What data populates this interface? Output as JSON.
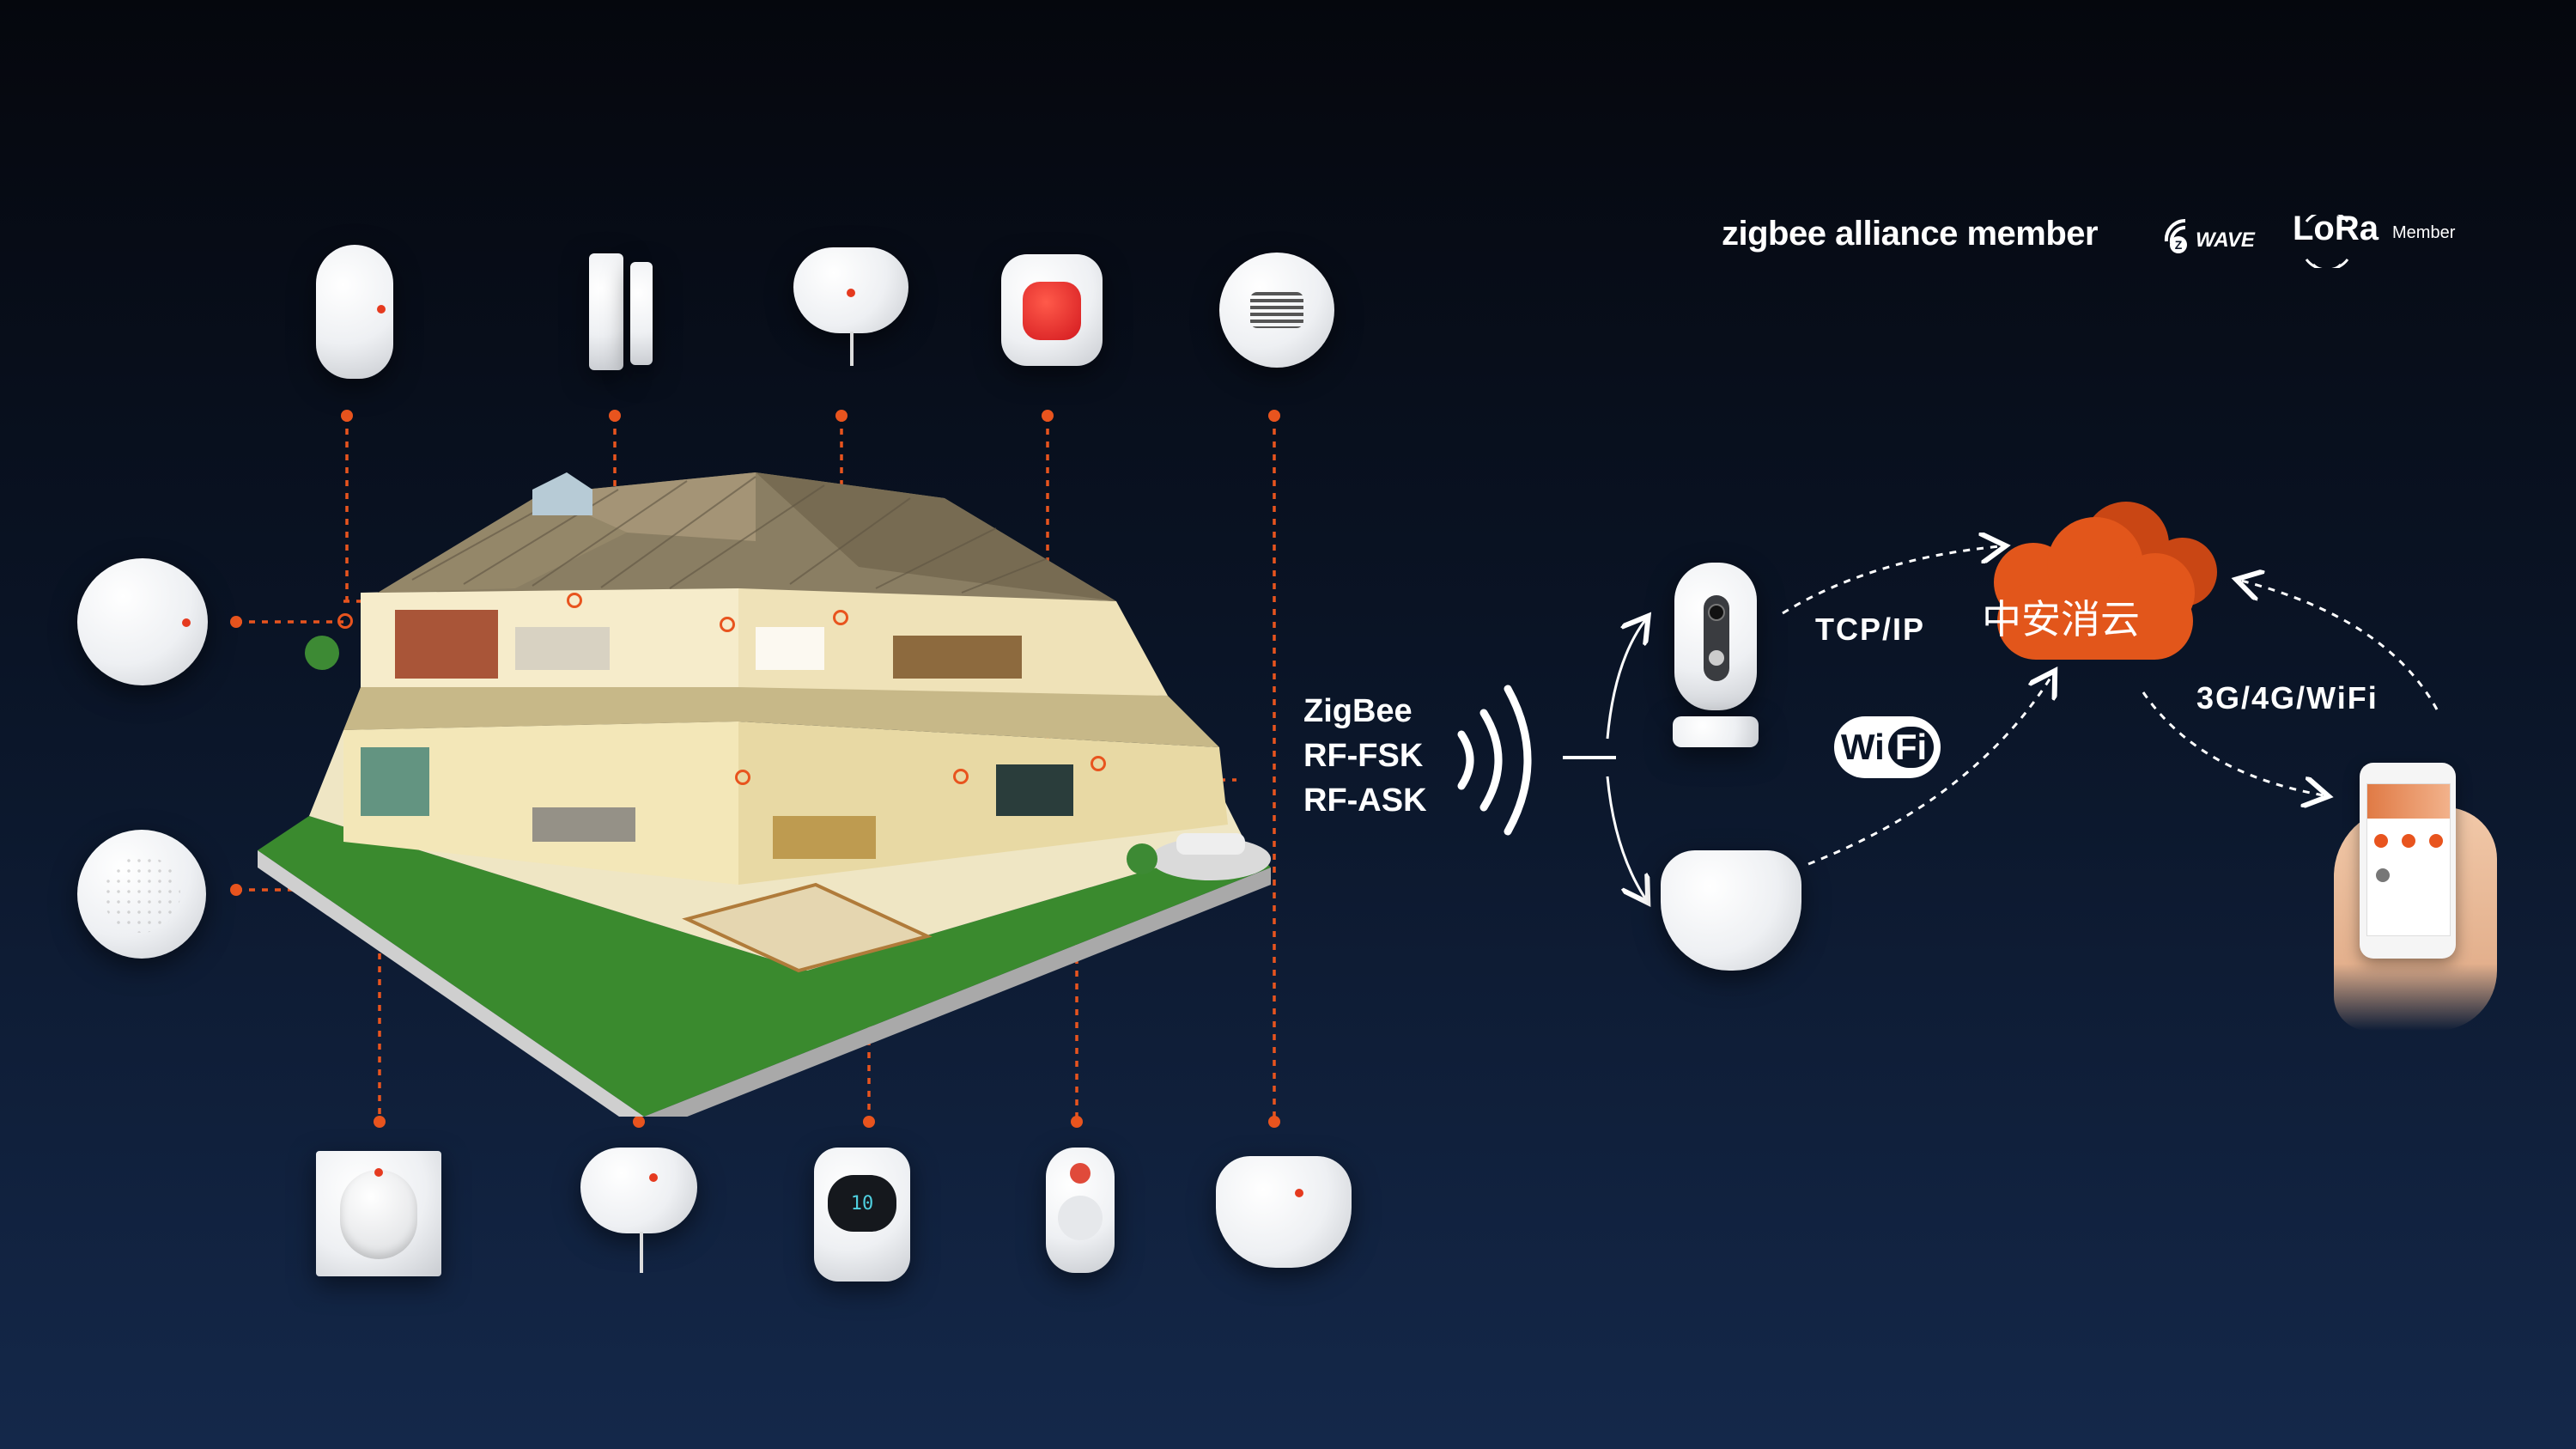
{
  "partners": {
    "zigbee": "zigbee alliance member",
    "zwave": "WAVE",
    "lora": "LoRa",
    "lora_member": "Member"
  },
  "protocols": [
    "ZigBee",
    "RF-FSK",
    "RF-ASK"
  ],
  "links": {
    "tcp": "TCP/IP",
    "wifi_left": "Wi",
    "wifi_right": "Fi",
    "mobile": "3G/4G/WiFi"
  },
  "cloud": {
    "label": "中安消云",
    "color": "#e2561b"
  },
  "devices": {
    "top": [
      "pir-motion-sensor",
      "door-window-sensor",
      "water-leak-sensor",
      "panic-button",
      "siren"
    ],
    "left": [
      "smoke-detector",
      "gas-detector"
    ],
    "bottom": [
      "curtain-pir-sensor",
      "water-leak-sensor-2",
      "temperature-display",
      "key-fob-remote",
      "gateway-hub"
    ]
  },
  "display_value": "10",
  "accent": "#e8541e"
}
